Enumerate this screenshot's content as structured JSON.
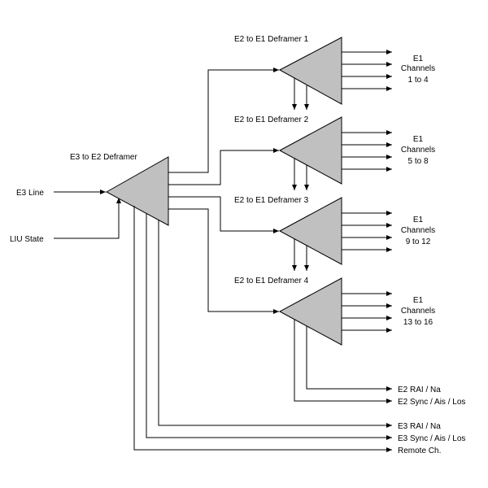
{
  "diagram": {
    "colors": {
      "block_fill": "#c0c0c0",
      "line": "#000000",
      "background": "#ffffff"
    },
    "inputs": {
      "e3_line": "E3 Line",
      "liu_state": "LIU State"
    },
    "main_block": {
      "label": "E3 to E2 Deframer"
    },
    "deframers": [
      {
        "label": "E2 to E1 Deframer 1",
        "out_title": "E1",
        "out_sub": "Channels",
        "out_range": "1 to 4"
      },
      {
        "label": "E2 to E1 Deframer 2",
        "out_title": "E1",
        "out_sub": "Channels",
        "out_range": "5 to 8"
      },
      {
        "label": "E2 to E1 Deframer 3",
        "out_title": "E1",
        "out_sub": "Channels",
        "out_range": "9 to 12"
      },
      {
        "label": "E2 to E1 Deframer 4",
        "out_title": "E1",
        "out_sub": "Channels",
        "out_range": "13 to 16"
      }
    ],
    "status_outputs": [
      "E2 RAI / Na",
      "E2 Sync / Ais / Los",
      "E3 RAI / Na",
      "E3 Sync / Ais / Los",
      "Remote Ch."
    ]
  }
}
